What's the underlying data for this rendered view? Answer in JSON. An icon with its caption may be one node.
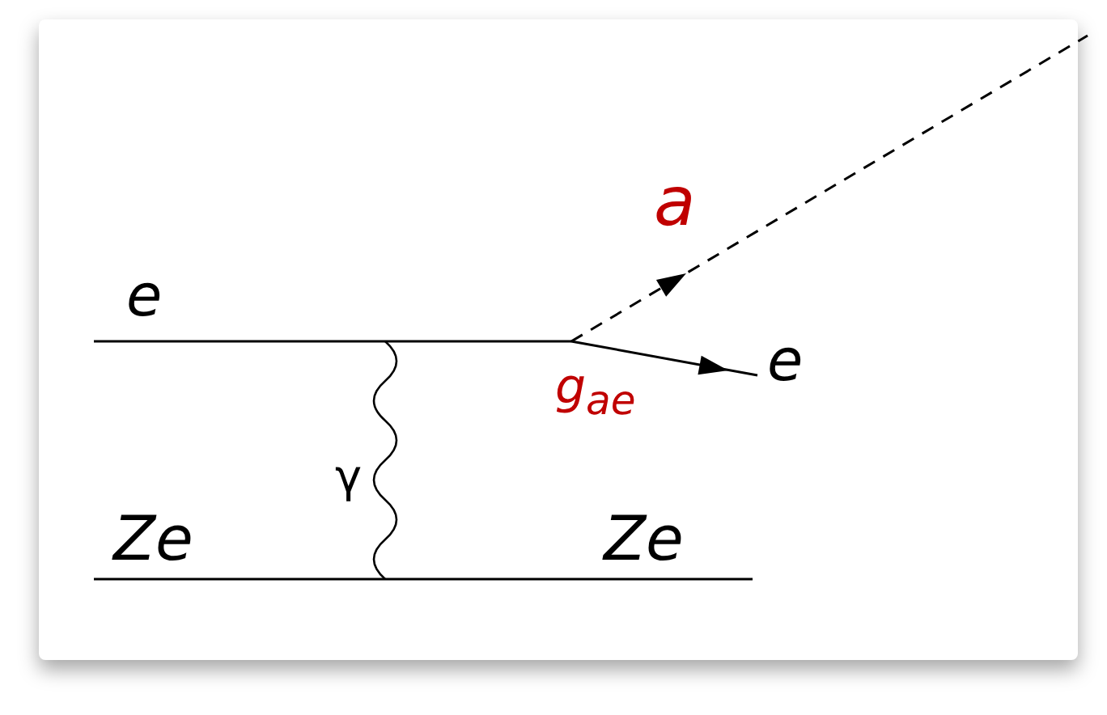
{
  "diagram": {
    "labels": [
      "a",
      "e",
      "e",
      "g$_{ae}$",
      "γ",
      "Ze",
      "Ze"
    ]
  }
}
